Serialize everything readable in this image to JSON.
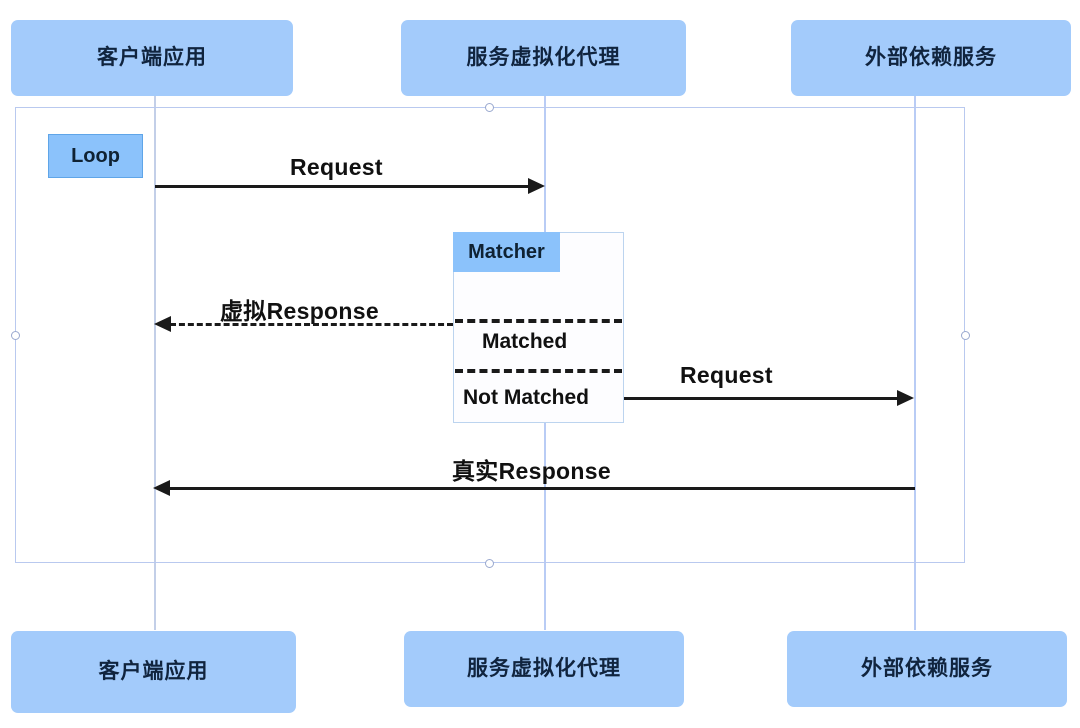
{
  "diagram": {
    "type": "sequence-diagram",
    "title": "",
    "colors": {
      "participant_fill": "#a3cbfb",
      "label_fill": "#8bc2fb",
      "frame_border": "#b9c9ef",
      "lifeline": "#b9ccf5",
      "arrow": "#1a1a1a",
      "text": "#111111"
    }
  },
  "participants": [
    {
      "id": "client",
      "label": "客户端应用"
    },
    {
      "id": "proxy",
      "label": "服务虚拟化代理"
    },
    {
      "id": "external",
      "label": "外部依赖服务"
    }
  ],
  "participants_bottom": [
    {
      "id": "client",
      "label": "客户端应用"
    },
    {
      "id": "proxy",
      "label": "服务虚拟化代理"
    },
    {
      "id": "external",
      "label": "外部依赖服务"
    }
  ],
  "fragments": {
    "loop": {
      "label": "Loop"
    },
    "matcher": {
      "label": "Matcher",
      "branches": [
        {
          "label": "Matched"
        },
        {
          "label": "Not Matched"
        }
      ]
    }
  },
  "messages": [
    {
      "id": "m1",
      "label": "Request",
      "from": "client",
      "to": "proxy",
      "style": "solid",
      "direction": "right"
    },
    {
      "id": "m2",
      "label": "虚拟Response",
      "from": "proxy",
      "to": "client",
      "style": "dashed",
      "direction": "left"
    },
    {
      "id": "m3",
      "label": "Request",
      "from": "proxy",
      "to": "external",
      "style": "solid",
      "direction": "right"
    },
    {
      "id": "m4",
      "label": "真实Response",
      "from": "external",
      "to": "client",
      "style": "solid",
      "direction": "left"
    }
  ]
}
